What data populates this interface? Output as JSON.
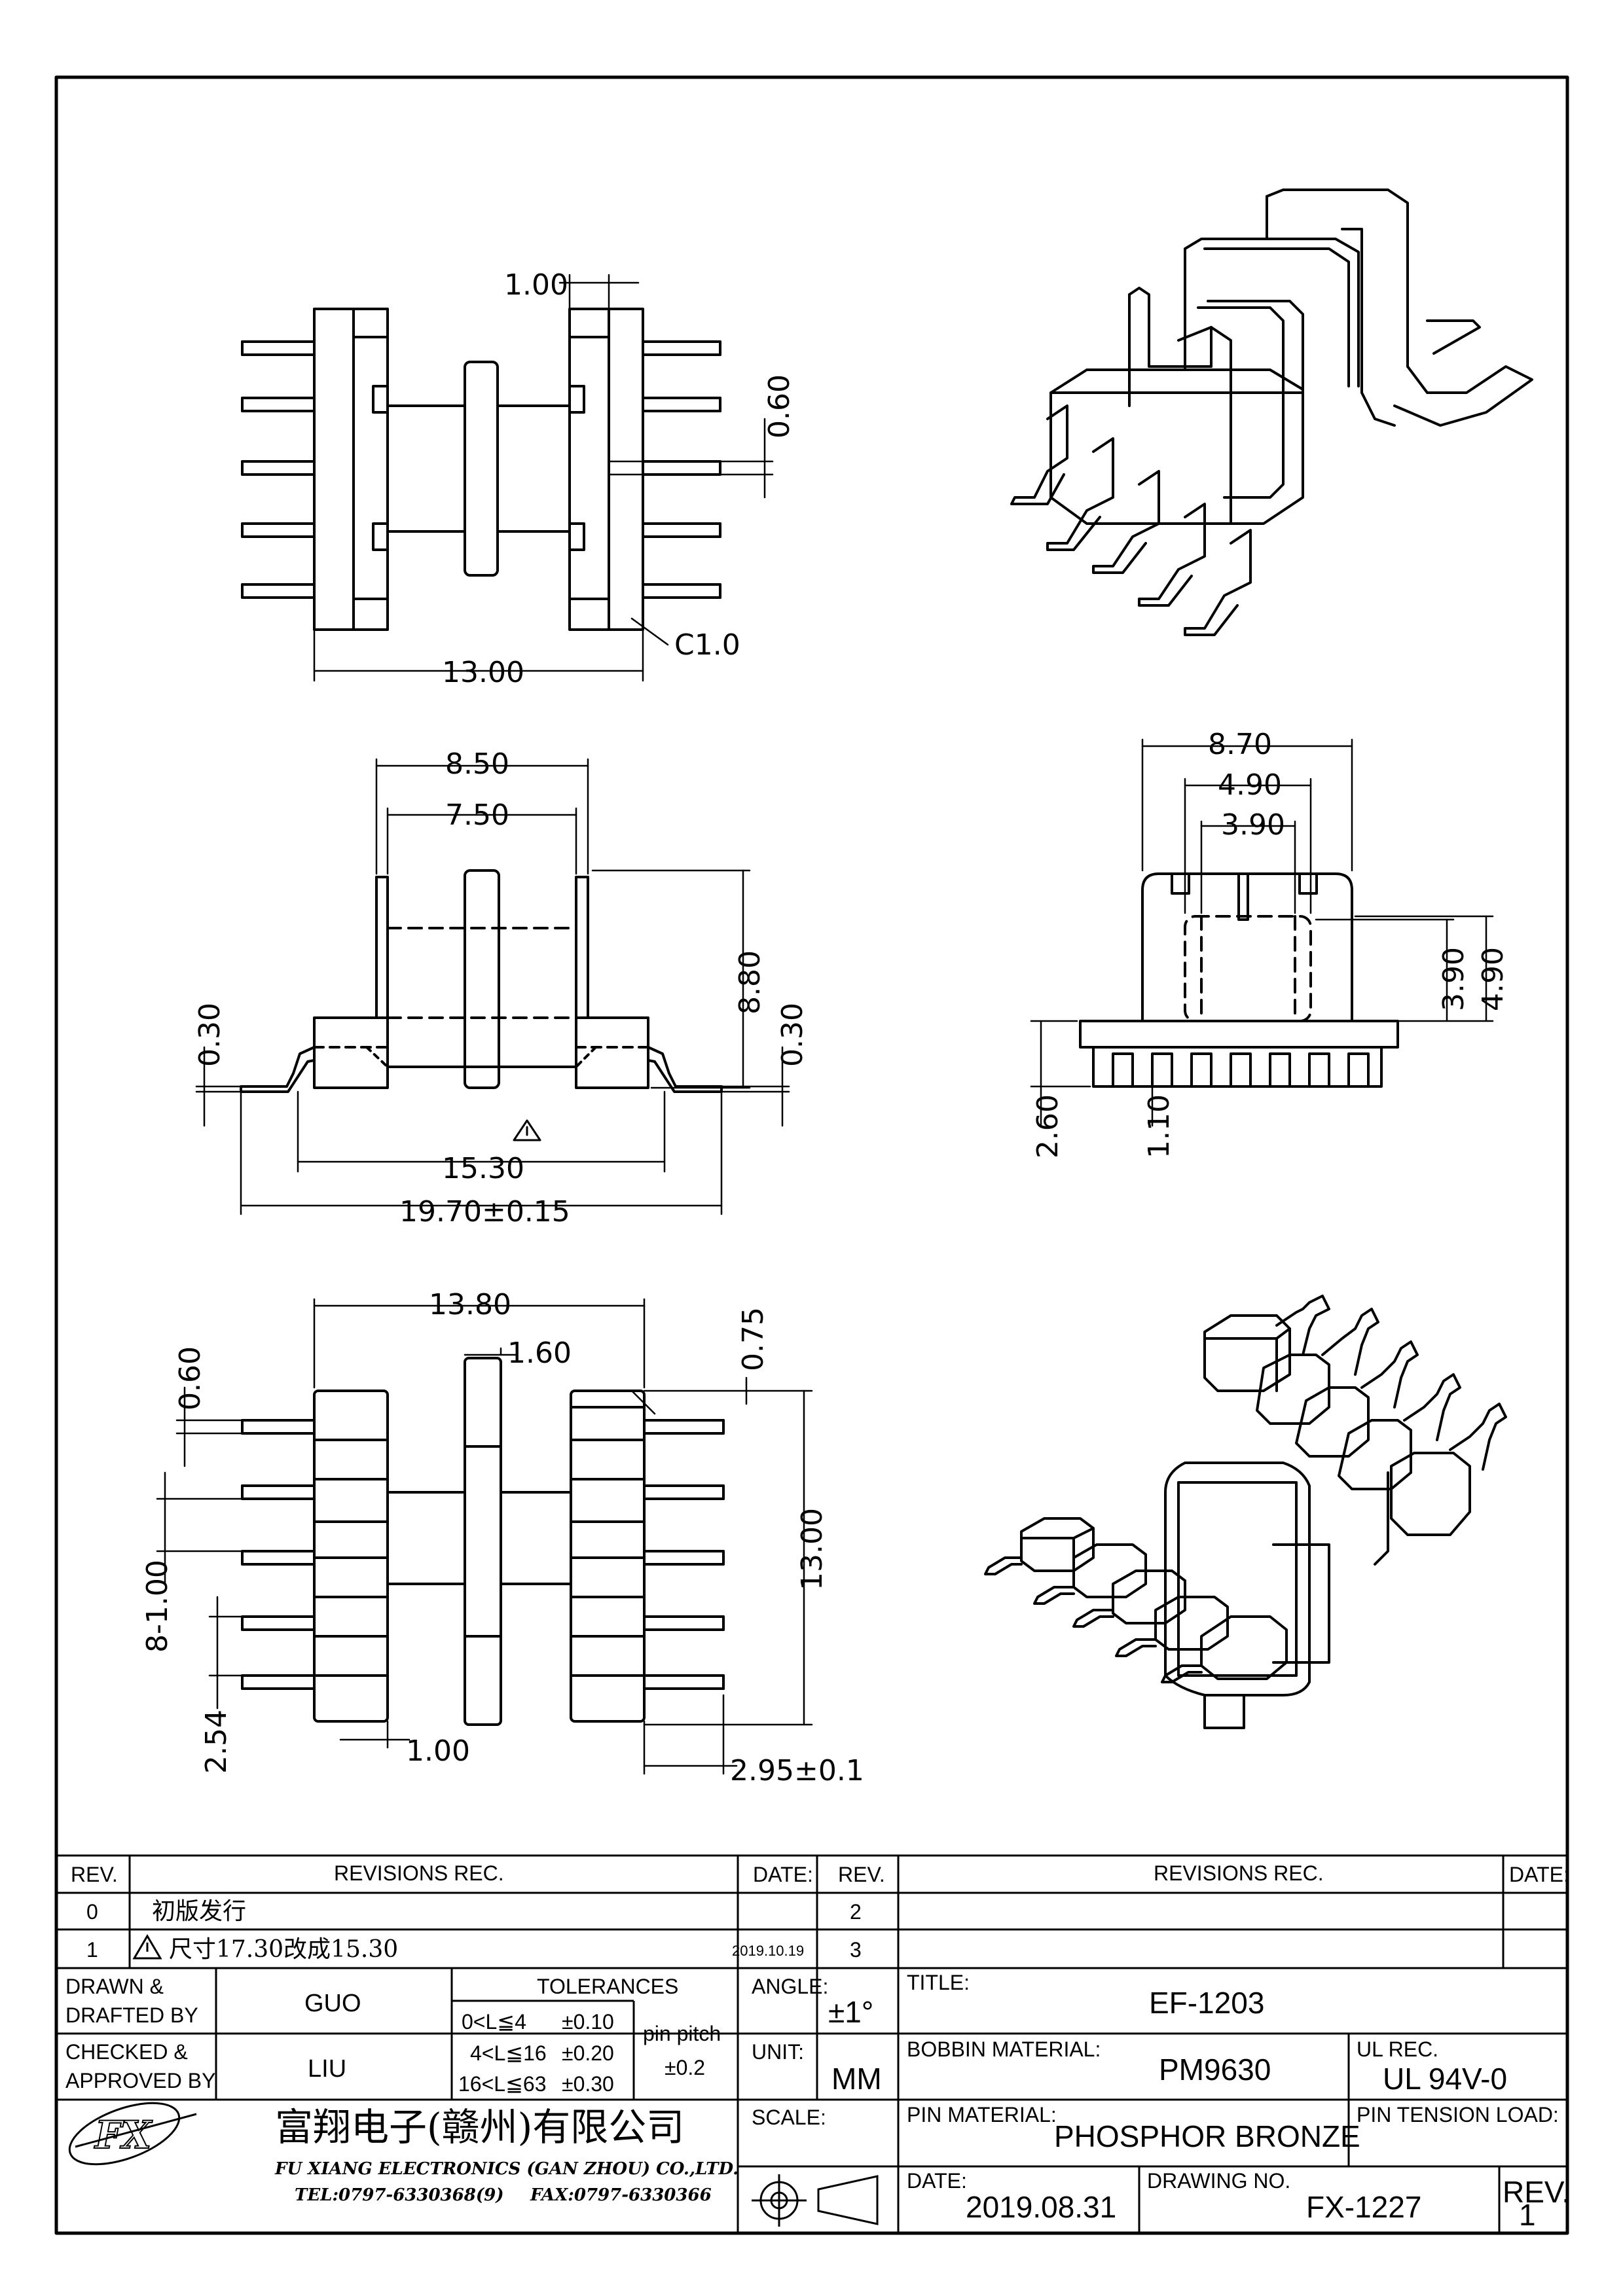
{
  "views": {
    "top_view": {
      "dims": {
        "flange_thickness": "1.00",
        "pin_thickness": "0.60",
        "overall_width": "13.00",
        "chamfer": "C1.0"
      }
    },
    "front_view": {
      "dims": {
        "outer_span": "8.50",
        "inner_span": "7.50",
        "height": "8.80",
        "base_left": "0.30",
        "base_right": "0.30",
        "pin_span": "15.30",
        "total_length": "19.70±0.15"
      }
    },
    "side_view": {
      "dims": {
        "outer_width": "8.70",
        "window_outer": "4.90",
        "window_inner": "3.90",
        "window_height_inner": "3.90",
        "window_height_outer": "4.90",
        "base_height": "2.60",
        "pin_height": "1.10"
      }
    },
    "bottom_view": {
      "dims": {
        "length": "13.80",
        "core_width": "1.60",
        "edge": "0.75",
        "pin_width": "0.60",
        "pin_count_pitch": "8-1.00",
        "pin_pitch": "2.54",
        "height": "13.00",
        "slot": "1.00",
        "pin_offset": "2.95±0.1"
      }
    }
  },
  "title_block": {
    "headers": {
      "rev": "REV.",
      "revisions_rec": "REVISIONS   REC.",
      "date": "DATE:",
      "rev2": "REV.",
      "revisions_rec2": "REVISIONS   REC.",
      "date2": "DATE:"
    },
    "revisions_left": [
      {
        "rev": "0",
        "text": "初版发行",
        "date": ""
      },
      {
        "rev": "1",
        "text": "尺寸17.30改成15.30",
        "date": "2019.10.19"
      }
    ],
    "revisions_right": [
      {
        "rev": "2"
      },
      {
        "rev": "3"
      }
    ],
    "drawn_label": "DRAWN &",
    "drafted_label": "DRAFTED BY",
    "drawn_by": "GUO",
    "checked_label": "CHECKED &",
    "approved_label": "APPROVED BY",
    "checked_by": "LIU",
    "tolerances": {
      "label": "TOLERANCES",
      "rows": [
        {
          "range": "0<L≦4",
          "tol": "±0.10"
        },
        {
          "range": "4<L≦16",
          "tol": "±0.20"
        },
        {
          "range": "16<L≦63",
          "tol": "±0.30"
        }
      ],
      "pin_pitch_label": "pin pitch",
      "pin_pitch_tol": "±0.2"
    },
    "angle_label": "ANGLE:",
    "angle_value": "±1°",
    "unit_label": "UNIT:",
    "unit_value": "MM",
    "scale_label": "SCALE:",
    "title_label": "TITLE:",
    "title_value": "EF-1203",
    "bobbin_material_label": "BOBBIN MATERIAL:",
    "bobbin_material": "PM9630",
    "ul_label": "UL REC.",
    "ul_value": "UL 94V-0",
    "pin_material_label": "PIN MATERIAL:",
    "pin_material": "PHOSPHOR BRONZE",
    "pin_tension_label": "PIN TENSION LOAD:",
    "date_label": "DATE:",
    "date_value": "2019.08.31",
    "drawing_no_label": "DRAWING NO.",
    "drawing_no": "FX-1227",
    "rev_label": "REV.",
    "rev_value": "1",
    "company_cn": "富翔电子(赣州)有限公司",
    "company_en": "FU XIANG ELECTRONICS (GAN ZHOU) CO.,LTD.",
    "tel": "TEL:0797-6330368(9)",
    "fax": "FAX:0797-6330366",
    "logo_text": "FX"
  }
}
